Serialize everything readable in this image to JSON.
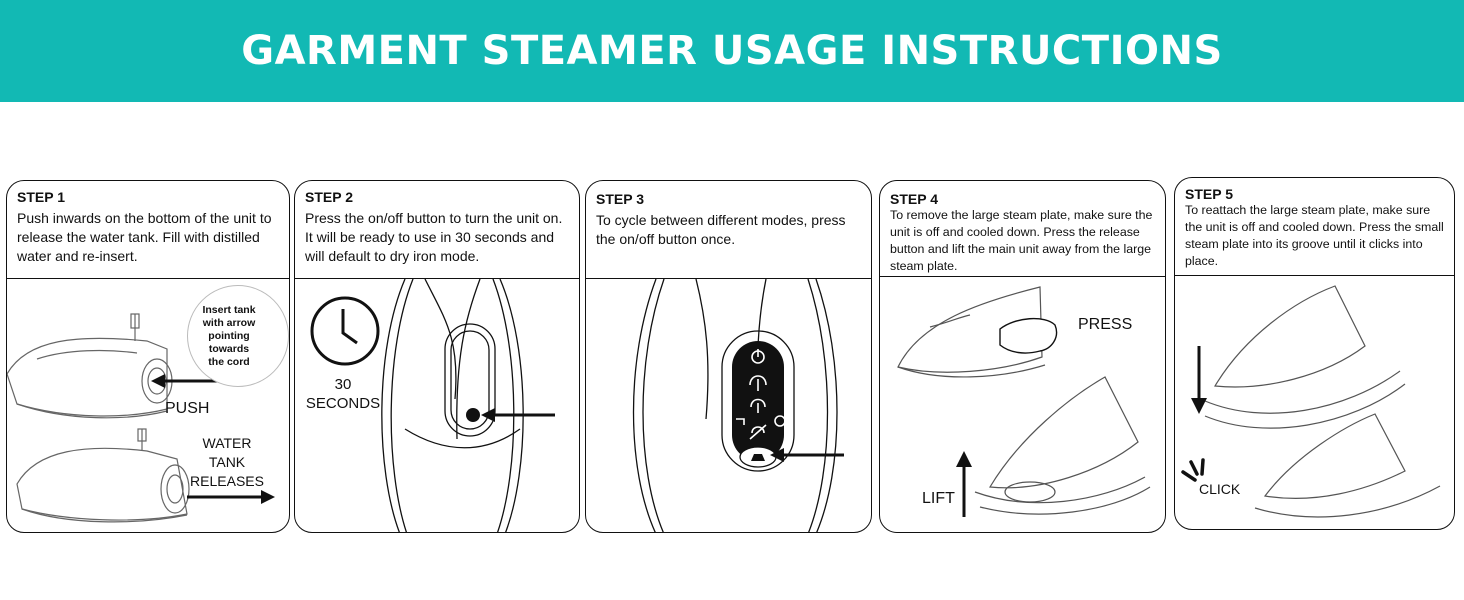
{
  "title": "GARMENT STEAMER USAGE INSTRUCTIONS",
  "colors": {
    "accent": "#12b9b4",
    "line": "#111111",
    "panel_bg": "#ffffff"
  },
  "steps": [
    {
      "label": "STEP 1",
      "text": "Push inwards on the bottom of the unit to release the water tank. Fill with distilled water and re-insert.",
      "callouts": {
        "insert_note": "Insert tank with arrow pointing towards the cord",
        "push": "PUSH",
        "releases": "WATER TANK RELEASES"
      }
    },
    {
      "label": "STEP 2",
      "text": "Press the on/off button to turn the unit on. It will be ready to use in 30 seconds and will default to dry iron mode.",
      "callouts": {
        "timer": "30 SECONDS"
      }
    },
    {
      "label": "STEP 3",
      "text": "To cycle between different modes, press the on/off button once."
    },
    {
      "label": "STEP 4",
      "text": "To remove the large steam plate, make sure the unit is off and cooled down. Press the release button and lift the main unit away from the large steam plate.",
      "callouts": {
        "press": "PRESS",
        "lift": "LIFT"
      }
    },
    {
      "label": "STEP 5",
      "text": "To reattach the large steam plate, make sure the unit is off and cooled down. Press the small steam plate into its groove until it clicks into place.",
      "callouts": {
        "click": "CLICK"
      }
    }
  ],
  "icons": [
    "clock-icon",
    "power-icon",
    "steam-high-icon",
    "steam-low-icon",
    "tap-icon",
    "timer-icon",
    "no-steam-icon",
    "iron-icon",
    "arrow-icon"
  ]
}
